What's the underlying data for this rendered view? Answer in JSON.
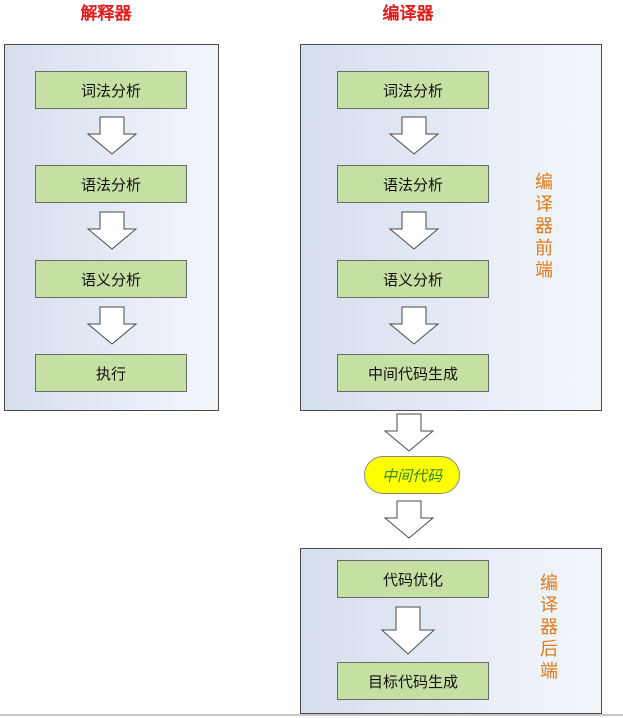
{
  "interpreter": {
    "title": "解释器",
    "steps": [
      "词法分析",
      "语法分析",
      "语义分析",
      "执行"
    ]
  },
  "compiler": {
    "title": "编译器",
    "frontend": {
      "label": "编译器前端",
      "steps": [
        "词法分析",
        "语法分析",
        "语义分析",
        "中间代码生成"
      ]
    },
    "intermediate": "中间代码",
    "backend": {
      "label": "编译器后端",
      "steps": [
        "代码优化",
        "目标代码生成"
      ]
    }
  },
  "colors": {
    "title": "#e21b1b",
    "step_fill": "#c6e0a4",
    "vertical_label": "#e07b1a",
    "intermediate_fill": "#ffff00",
    "intermediate_text": "#2a8a2a"
  }
}
